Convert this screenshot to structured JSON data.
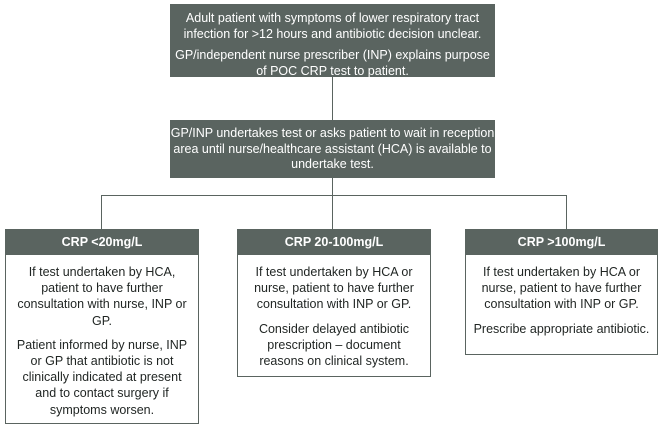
{
  "top_box": {
    "line1": "Adult patient with symptoms of lower respiratory tract infection for >12 hours and antibiotic decision unclear.",
    "line2": "GP/independent nurse prescriber (INP) explains purpose of POC CRP test to patient."
  },
  "mid_box": {
    "text": "GP/INP undertakes test or asks patient to wait in reception area until nurse/healthcare assistant (HCA) is available to undertake test."
  },
  "outcomes": [
    {
      "header": "CRP <20mg/L",
      "paragraphs": [
        "If test undertaken by HCA, patient to have further consultation with nurse, INP or GP.",
        "Patient informed by nurse, INP or GP that antibiotic is not clinically indicated at present and to contact surgery if symptoms worsen."
      ]
    },
    {
      "header": "CRP 20-100mg/L",
      "paragraphs": [
        "If test undertaken by HCA or nurse, patient to have further consultation with INP or GP.",
        "Consider delayed antibiotic prescription – document reasons on clinical system."
      ]
    },
    {
      "header": "CRP >100mg/L",
      "paragraphs": [
        "If test undertaken by HCA or nurse, patient to have further consultation with INP or GP.",
        "Prescribe appropriate antibiotic."
      ]
    }
  ],
  "colors": {
    "box_fill": "#5a6460",
    "text_on_box": "#ffffff",
    "body_text": "#1f2422"
  }
}
